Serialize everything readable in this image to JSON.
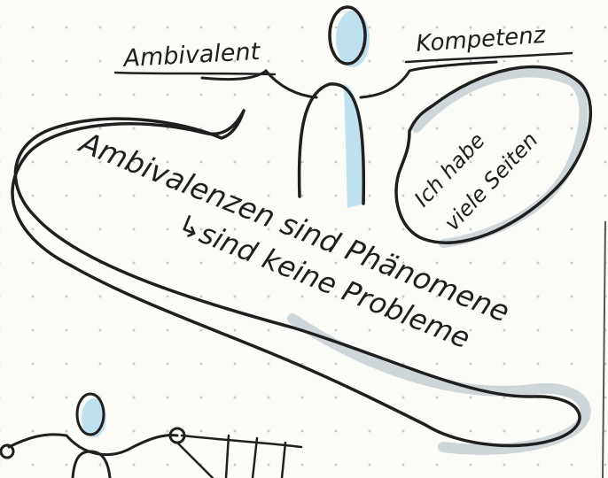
{
  "labels": {
    "left": "Ambivalent",
    "right": "Kompetenz"
  },
  "speech_bubble": {
    "line1": "Ich habe",
    "line2": "viele Seiten"
  },
  "main_bubble": {
    "line1": "Ambivalenzen sind Phänomene",
    "line2": "↳sind keine Probleme"
  },
  "colors": {
    "ink": "#1f1f1f",
    "marker_blue": "#bfe0ee",
    "paper": "#fbfbf8",
    "dot": "#c9cdc8"
  }
}
